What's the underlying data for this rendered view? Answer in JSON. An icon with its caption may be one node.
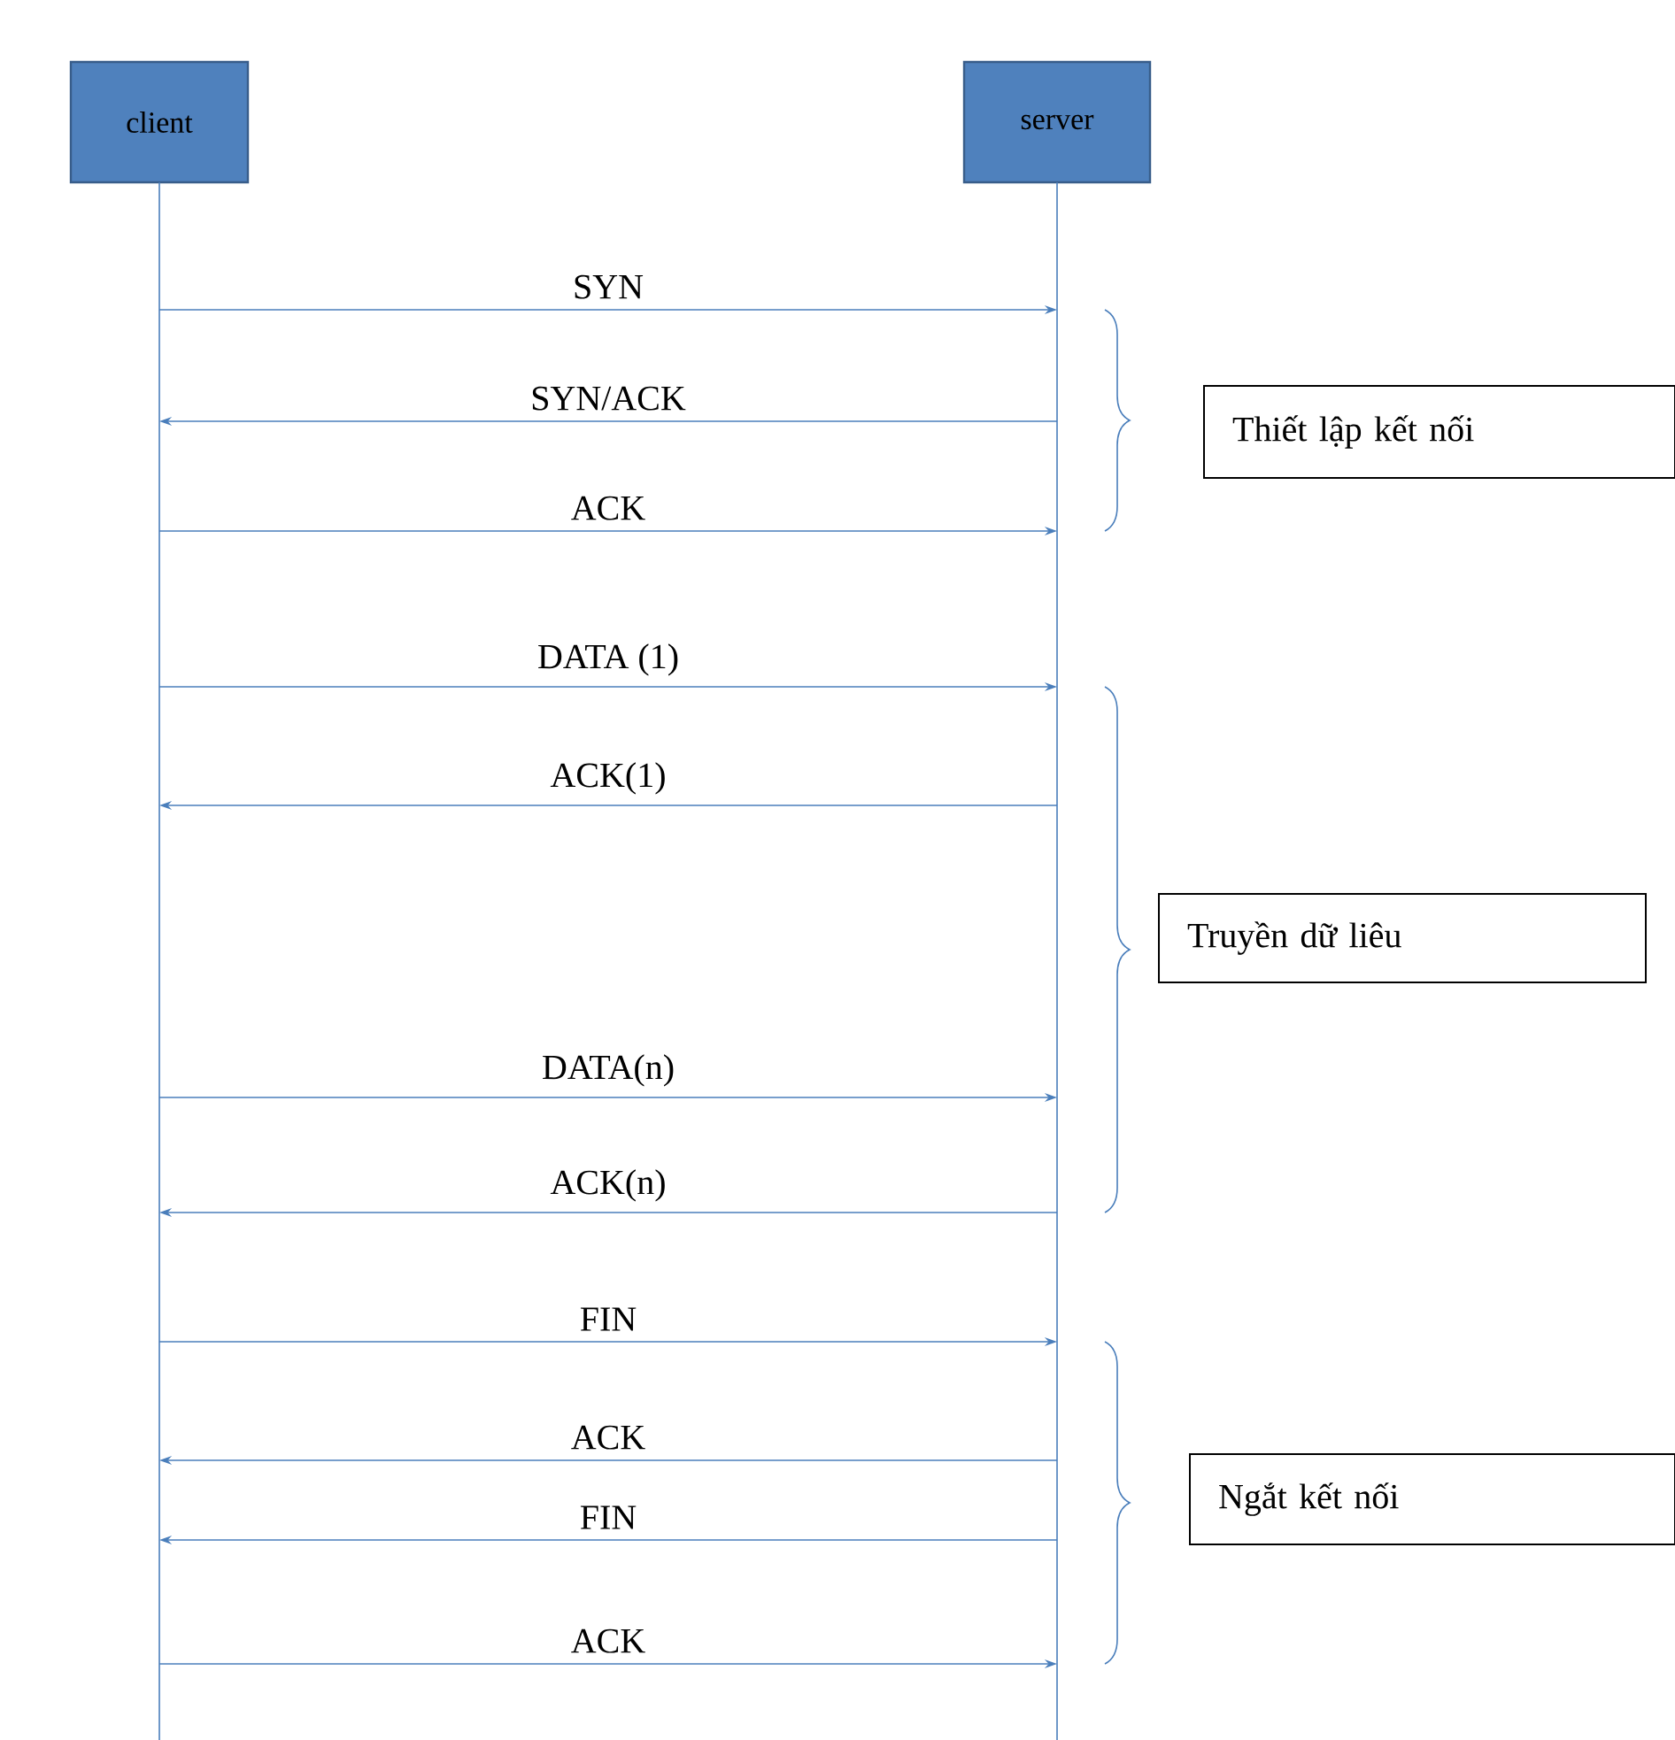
{
  "diagram": {
    "nodes": [
      {
        "text": [
          "client"
        ]
      },
      {
        "text": [
          "server"
        ]
      },
      {
        "text": [
          "Thiết lập kết nối"
        ]
      },
      {
        "text": [
          "Truyền dữ liêu"
        ]
      },
      {
        "text": [
          "Ngắt kết nối"
        ]
      }
    ],
    "edges": [
      {
        "from": 0,
        "to": 1,
        "arrow": "to",
        "label": "SYN"
      },
      {
        "from": 1,
        "to": 0,
        "arrow": "to",
        "label": "SYN/ACK"
      },
      {
        "from": 0,
        "to": 1,
        "arrow": "to",
        "label": "ACK"
      },
      {
        "from": 0,
        "to": 1,
        "arrow": "to",
        "label": "DATA (1)"
      },
      {
        "from": 1,
        "to": 0,
        "arrow": "to",
        "label": "ACK(1)"
      },
      {
        "from": 0,
        "to": 1,
        "arrow": "to",
        "label": "DATA(n)"
      },
      {
        "from": 1,
        "to": 0,
        "arrow": "to",
        "label": "ACK(n)"
      },
      {
        "from": 0,
        "to": 1,
        "arrow": "to",
        "label": "FIN"
      },
      {
        "from": 1,
        "to": 0,
        "arrow": "to",
        "label": "ACK"
      },
      {
        "from": 1,
        "to": 0,
        "arrow": "to",
        "label": "FIN"
      },
      {
        "from": 0,
        "to": 1,
        "arrow": "to",
        "label": "ACK"
      }
    ]
  }
}
